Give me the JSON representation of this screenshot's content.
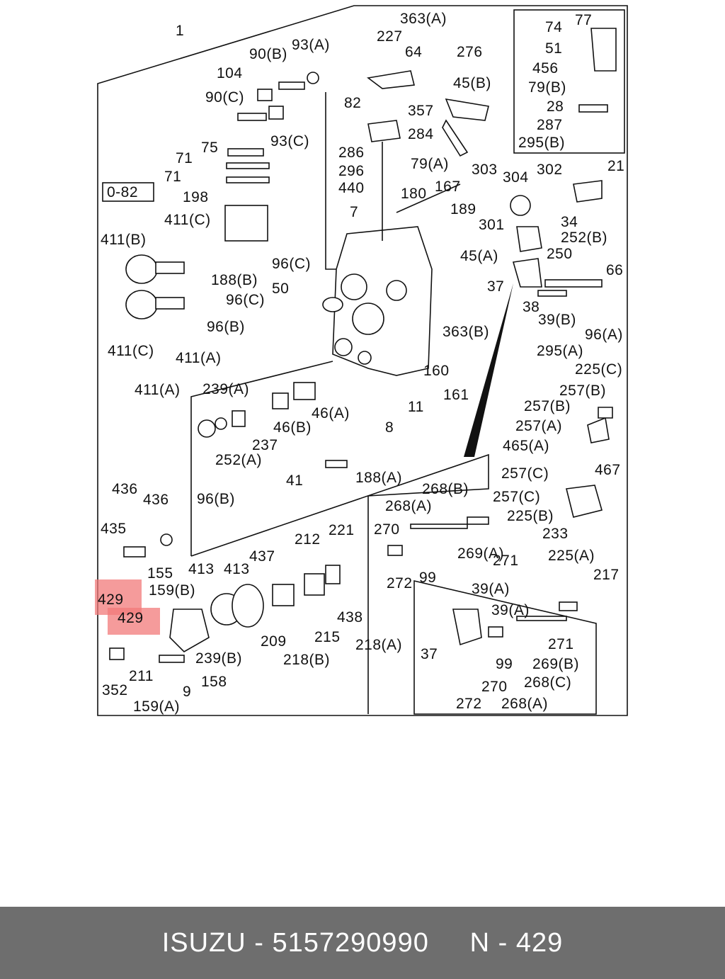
{
  "footer": {
    "brand": "ISUZU",
    "sep1": " - ",
    "part_number": "5157290990",
    "gap": "     ",
    "ref": "N - 429"
  },
  "highlight": {
    "color": "#f27a7a",
    "labels": [
      "429",
      "429"
    ]
  },
  "diagram": {
    "ref_box": "0-82",
    "callouts": [
      "1",
      "363(A)",
      "227",
      "64",
      "90(B)",
      "93(A)",
      "104",
      "90(C)",
      "93(C)",
      "75",
      "71",
      "71",
      "276",
      "74",
      "77",
      "51",
      "456",
      "79(B)",
      "28",
      "287",
      "295(B)",
      "82",
      "357",
      "284",
      "286",
      "296",
      "440",
      "45(B)",
      "79(A)",
      "198",
      "411(C)",
      "411(B)",
      "188(B)",
      "96(C)",
      "96(C)",
      "50",
      "96(B)",
      "411(C)",
      "411(A)",
      "411(A)",
      "7",
      "180",
      "167",
      "189",
      "303",
      "304",
      "302",
      "21",
      "34",
      "252(B)",
      "301",
      "250",
      "45(A)",
      "37",
      "66",
      "38",
      "39(B)",
      "96(A)",
      "295(A)",
      "363(B)",
      "160",
      "161",
      "11",
      "8",
      "239(A)",
      "46(A)",
      "46(B)",
      "237",
      "252(A)",
      "41",
      "96(B)",
      "188(A)",
      "225(C)",
      "257(B)",
      "257(B)",
      "257(A)",
      "465(A)",
      "467",
      "257(C)",
      "257(C)",
      "225(B)",
      "233",
      "225(A)",
      "217",
      "436",
      "436",
      "435",
      "155",
      "159(B)",
      "429",
      "429",
      "352",
      "211",
      "159(A)",
      "9",
      "158",
      "413",
      "413",
      "437",
      "212",
      "221",
      "438",
      "239(B)",
      "209",
      "218(B)",
      "215",
      "218(A)",
      "268(B)",
      "268(A)",
      "270",
      "269(A)",
      "271",
      "272",
      "99",
      "39(A)",
      "39(A)",
      "37",
      "99",
      "271",
      "269(B)",
      "270",
      "268(C)",
      "272",
      "268(A)"
    ]
  }
}
